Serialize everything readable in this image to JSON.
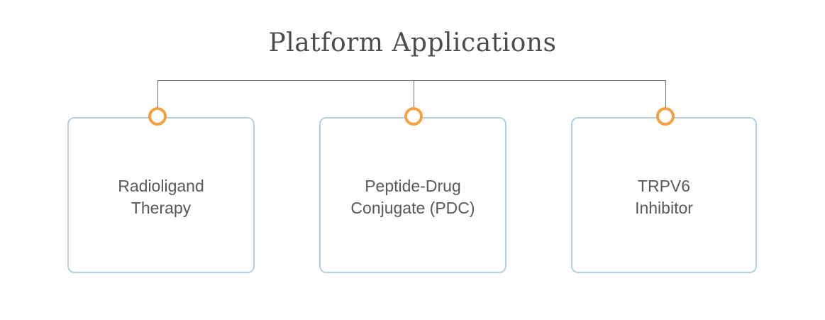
{
  "title": "Platform Applications",
  "colors": {
    "accent_orange": "#F2A13E",
    "connector_gray": "#6F6F6F",
    "card_border_blue": "#B5CFDE",
    "card_text_gray": "#58595B",
    "title_gray": "#4C4C4C",
    "canvas_bg": "#FFFFFF"
  },
  "nodes": [
    {
      "label_line1": "Radioligand",
      "label_line2": "Therapy"
    },
    {
      "label_line1": "Peptide-Drug",
      "label_line2": "Conjugate (PDC)"
    },
    {
      "label_line1": "TRPV6",
      "label_line2": "Inhibitor"
    }
  ]
}
